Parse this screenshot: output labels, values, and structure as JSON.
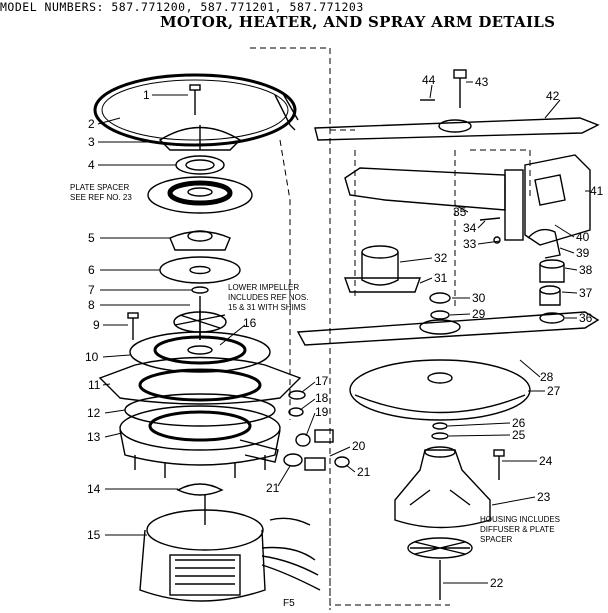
{
  "header": {
    "model_numbers": "MODEL NUMBERS:  587.771200, 587.771201, 587.771203",
    "title": "MOTOR, HEATER, AND SPRAY ARM DETAILS"
  },
  "notes": {
    "plate_spacer_1": "PLATE SPACER",
    "plate_spacer_2": "SEE REF NO. 23",
    "lower_impeller_1": "LOWER IMPELLER",
    "lower_impeller_2": "INCLUDES REF NOS.",
    "lower_impeller_3": "15 & 31 WITH SHIMS",
    "housing_1": "HOUSING INCLUDES",
    "housing_2": "DIFFUSER & PLATE",
    "housing_3": "SPACER"
  },
  "page_code": "F5",
  "parts": {
    "p1": "1",
    "p2": "2",
    "p3": "3",
    "p4": "4",
    "p5": "5",
    "p6": "6",
    "p7": "7",
    "p8": "8",
    "p9": "9",
    "p10": "10",
    "p11": "11",
    "p12": "12",
    "p13": "13",
    "p14": "14",
    "p15": "15",
    "p16": "16",
    "p17": "17",
    "p18": "18",
    "p19": "19",
    "p20": "20",
    "p21a": "21",
    "p21b": "21",
    "p22": "22",
    "p23": "23",
    "p24": "24",
    "p25": "25",
    "p26": "26",
    "p27": "27",
    "p28": "28",
    "p29": "29",
    "p30": "30",
    "p31": "31",
    "p32": "32",
    "p33": "33",
    "p34": "34",
    "p35": "35",
    "p36": "36",
    "p37": "37",
    "p38": "38",
    "p39": "39",
    "p40": "40",
    "p41": "41",
    "p42": "42",
    "p43": "43",
    "p44": "44"
  }
}
